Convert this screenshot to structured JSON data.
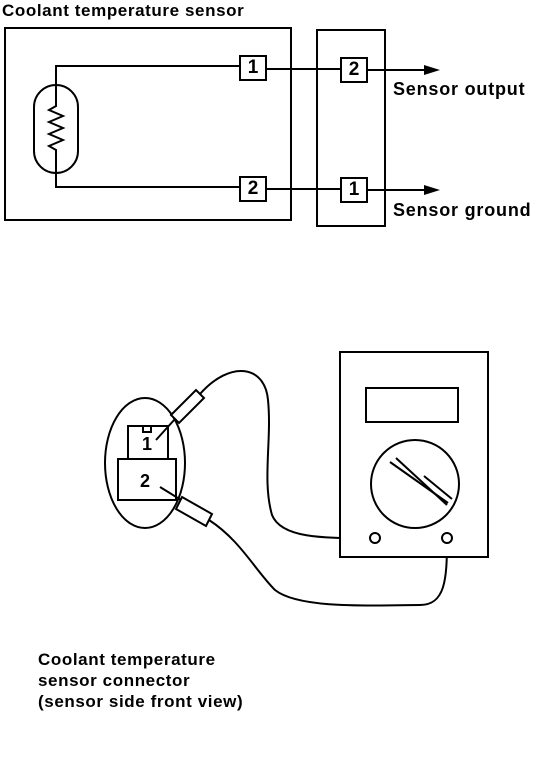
{
  "wiring_diagram": {
    "title": "Coolant temperature sensor",
    "sensor_side_pins": [
      "1",
      "2"
    ],
    "harness_side_pins": [
      "2",
      "1"
    ],
    "outputs": {
      "output_label": "Sensor output",
      "ground_label": "Sensor ground"
    }
  },
  "meter_diagram": {
    "connector_pins": [
      "1",
      "2"
    ],
    "caption_lines": [
      "Coolant temperature",
      "sensor connector",
      "(sensor side front view)"
    ]
  }
}
